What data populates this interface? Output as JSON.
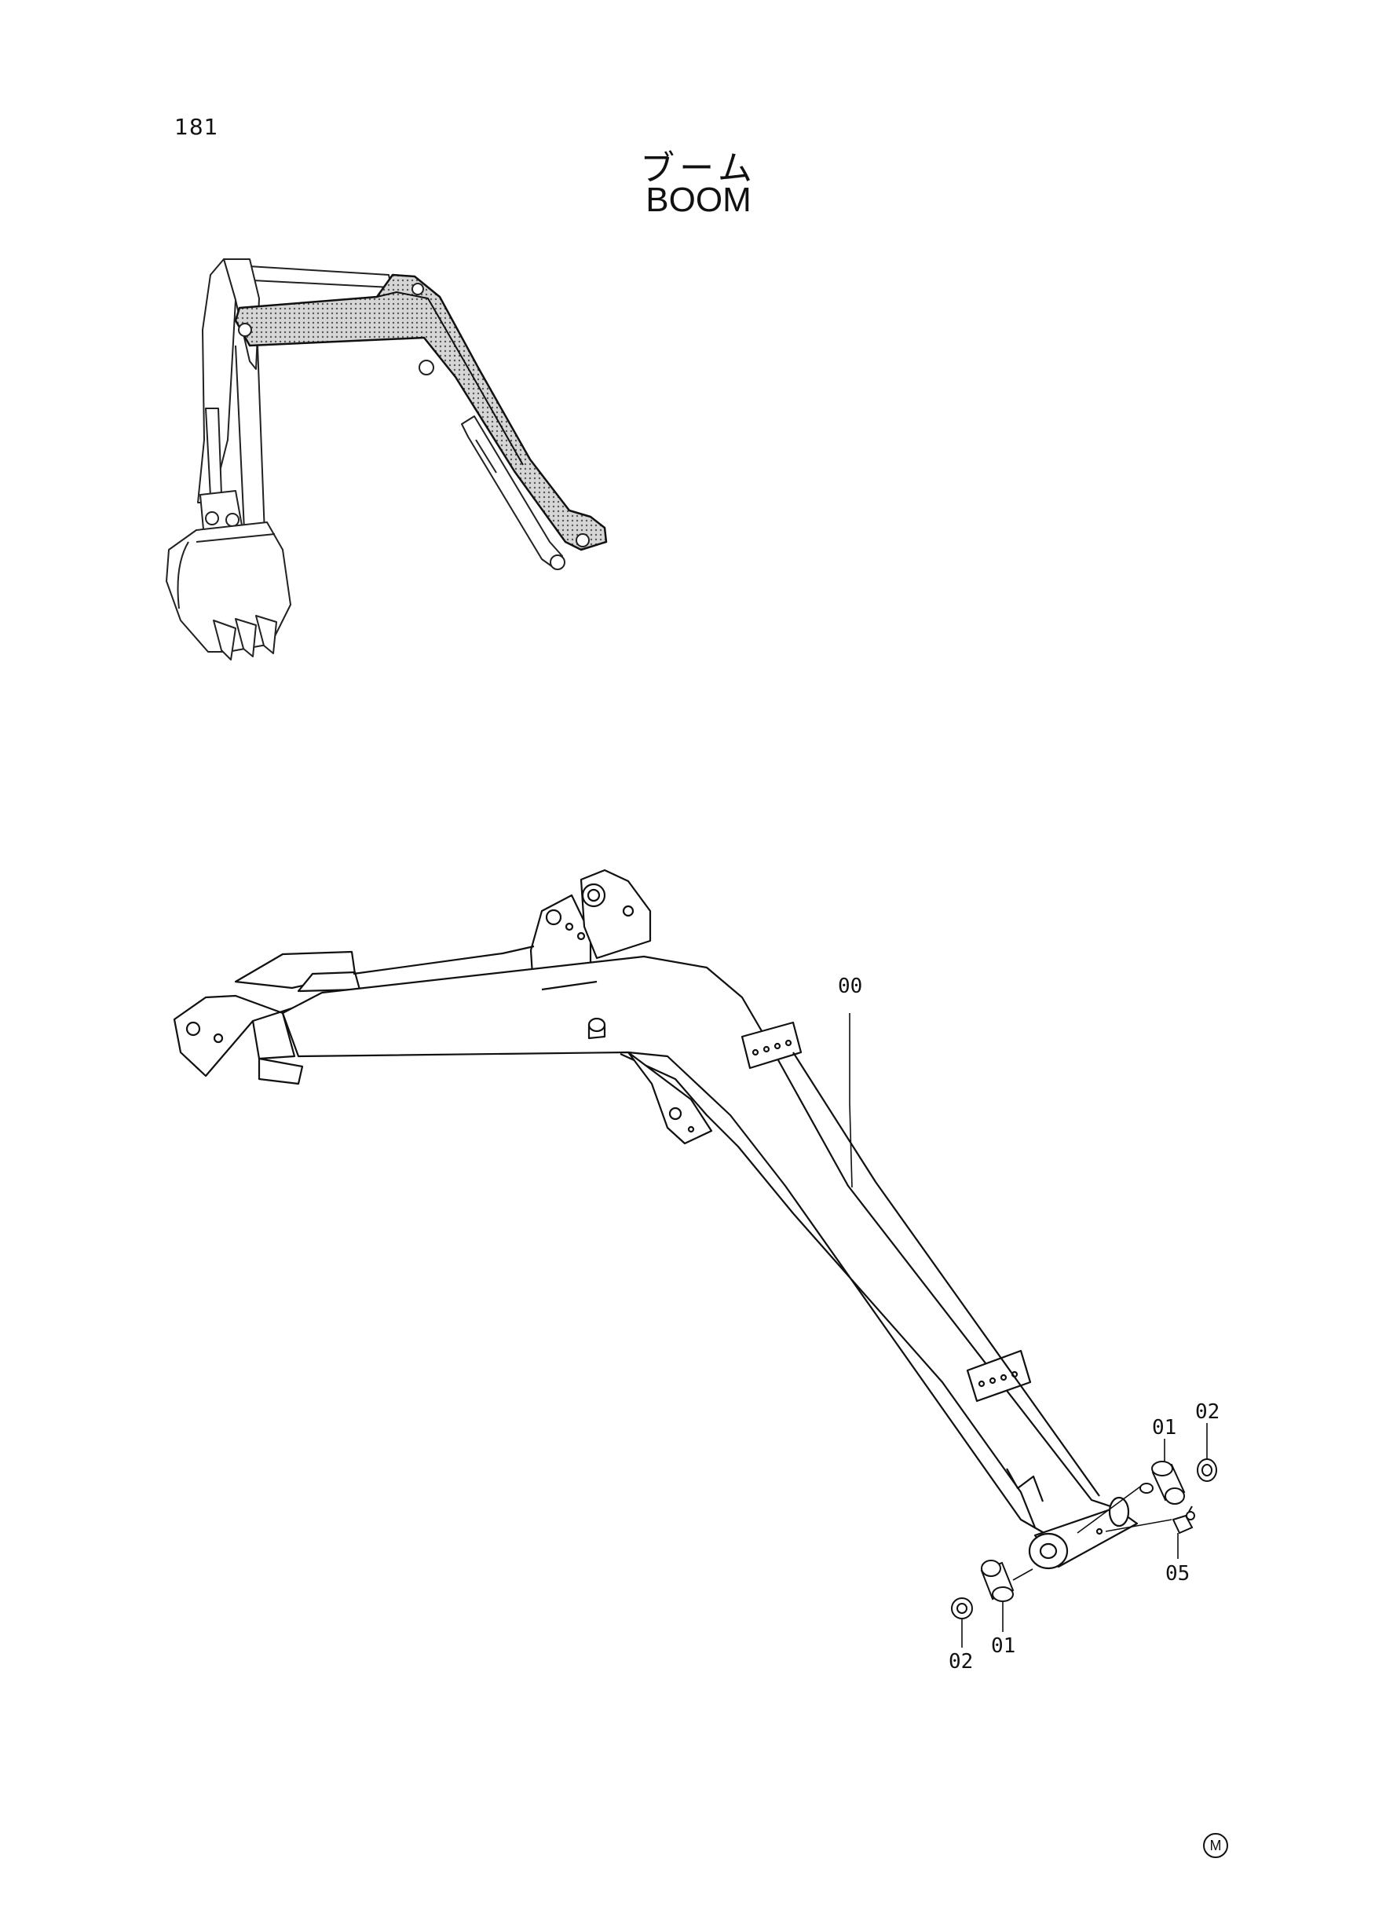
{
  "page_number": "181",
  "title": {
    "japanese": "ブーム",
    "english": "BOOM"
  },
  "callouts": {
    "boom": "00",
    "bushing_right": "01",
    "seal_right": "02",
    "grease_fitting": "05",
    "bushing_left": "01",
    "seal_left": "02"
  },
  "corner_mark": "M"
}
